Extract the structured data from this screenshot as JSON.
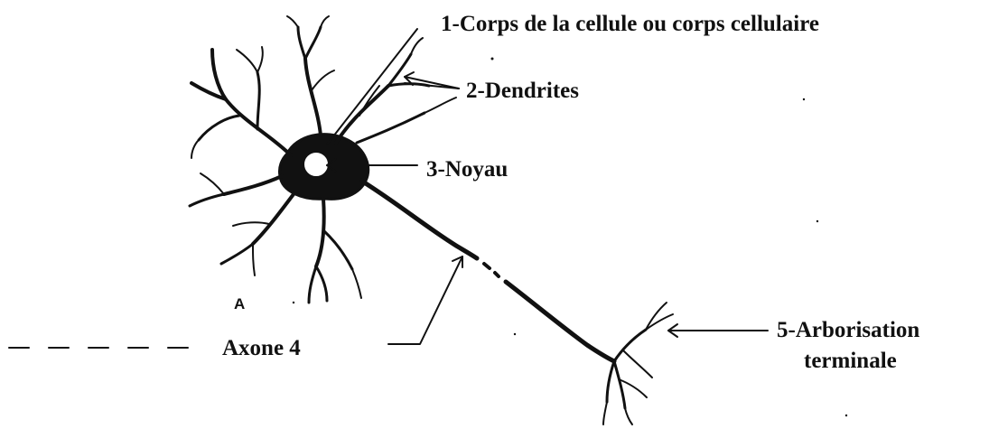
{
  "diagram": {
    "labels": {
      "cell_body": "1-Corps de la cellule ou corps cellulaire",
      "dendrites": "2-Dendrites",
      "nucleus": "3-Noyau",
      "axon": "Axone 4",
      "arborization_line1": "5-Arborisation",
      "arborization_line2": "terminale",
      "panel_letter": "A"
    },
    "colors": {
      "ink": "#111111",
      "background": "#ffffff"
    }
  }
}
